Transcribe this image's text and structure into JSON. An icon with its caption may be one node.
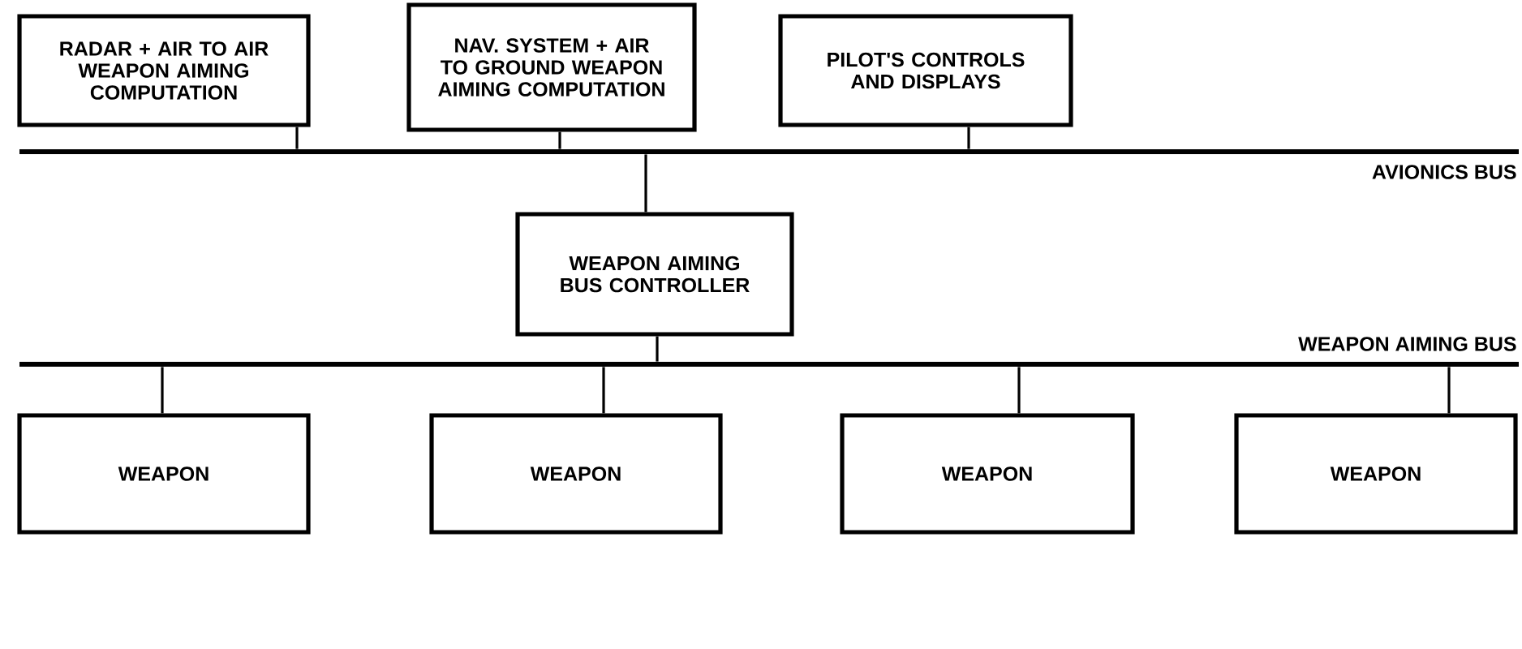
{
  "diagram": {
    "nodes": [
      {
        "text": [
          "RADAR + AIR TO AIR WEAPON AIMING COMPUTATION"
        ]
      },
      {
        "text": [
          "NAV. SYSTEM + AIR TO GROUND WEAPON AIMING COMPUTATION"
        ]
      },
      {
        "text": [
          "PILOT'S CONTROLS AND DISPLAYS"
        ]
      },
      {
        "text": [],
        "shape": "bar",
        "beside": [
          "AVIONICS BUS"
        ]
      },
      {
        "text": [
          "WEAPON AIMING BUS CONTROLLER"
        ]
      },
      {
        "text": [],
        "shape": "bar",
        "beside": [
          "WEAPON AIMING BUS"
        ]
      },
      {
        "text": [
          "WEAPON"
        ]
      },
      {
        "text": [
          "WEAPON"
        ]
      },
      {
        "text": [
          "WEAPON"
        ]
      },
      {
        "text": [
          "WEAPON"
        ]
      }
    ],
    "edges": [
      {
        "from": 0,
        "to": 3,
        "arrow": "none"
      },
      {
        "from": 1,
        "to": 3,
        "arrow": "none"
      },
      {
        "from": 2,
        "to": 3,
        "arrow": "none"
      },
      {
        "from": 4,
        "to": 3,
        "arrow": "none"
      },
      {
        "from": 4,
        "to": 5,
        "arrow": "none"
      },
      {
        "from": 5,
        "to": 6,
        "arrow": "none"
      },
      {
        "from": 5,
        "to": 7,
        "arrow": "none"
      },
      {
        "from": 5,
        "to": 8,
        "arrow": "none"
      },
      {
        "from": 5,
        "to": 9,
        "arrow": "none"
      }
    ]
  }
}
